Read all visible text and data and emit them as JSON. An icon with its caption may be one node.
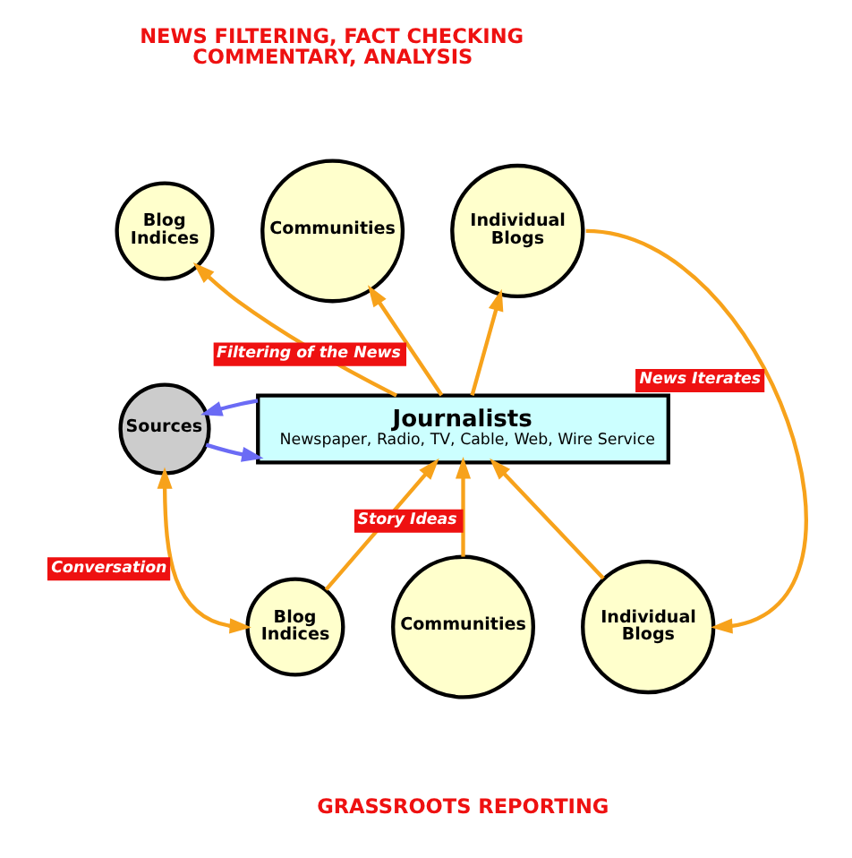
{
  "diagram": {
    "nodes": [
      {
        "text": [
          "Communities"
        ]
      },
      {
        "text": [
          "Blog Indices"
        ]
      },
      {
        "text": [
          "Individual Blogs"
        ]
      },
      {
        "text": [
          "Journalists",
          "Newspaper, Radio, TV, Cable, Web, Wire Service"
        ]
      },
      {
        "text": [
          "Sources"
        ]
      },
      {
        "text": [
          "Blog Indices"
        ]
      },
      {
        "text": [
          "Communities"
        ]
      },
      {
        "text": [
          "Individual Blogs"
        ]
      }
    ],
    "edges": [
      {
        "from": 3,
        "to": 1,
        "arrow": "to"
      },
      {
        "from": 3,
        "to": 0,
        "arrow": "to",
        "label": "Filtering of the News"
      },
      {
        "from": 3,
        "to": 2,
        "arrow": "to"
      },
      {
        "from": 3,
        "to": 4,
        "arrow": "to",
        "color": "#6b6bf5"
      },
      {
        "from": 4,
        "to": 3,
        "arrow": "to",
        "color": "#6b6bf5"
      },
      {
        "from": 2,
        "to": 7,
        "arrow": "to",
        "label": "News Iterates"
      },
      {
        "from": 4,
        "to": 5,
        "arrow": "both",
        "label": "Conversation"
      },
      {
        "from": 5,
        "to": 3,
        "arrow": "to"
      },
      {
        "from": 6,
        "to": 3,
        "arrow": "to",
        "label": "Story Ideas"
      },
      {
        "from": 7,
        "to": 3,
        "arrow": "to"
      }
    ],
    "labels": [
      "NEWS FILTERING, FACT CHECKING COMMENTARY, ANALYSIS",
      "GRASSROOTS REPORTING"
    ]
  }
}
